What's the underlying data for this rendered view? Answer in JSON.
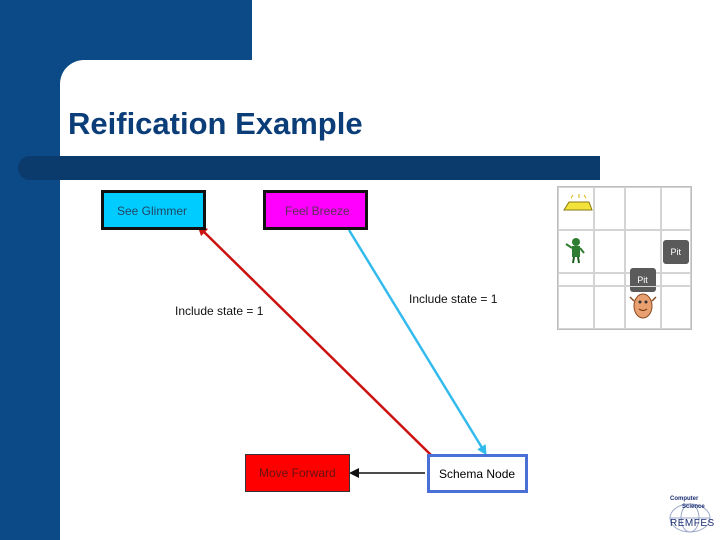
{
  "slide": {
    "title": "Reification Example"
  },
  "nodes": {
    "see_glimmer": "See Glimmer",
    "feel_breeze": "Feel Breeze",
    "move_forward": "Move Forward",
    "schema_node": "Schema Node"
  },
  "edges": {
    "left_label": "Include state = 1",
    "right_label": "Include state = 1"
  },
  "wumpus_world": {
    "pit_label": "Pit",
    "icons": [
      "gold-icon",
      "agent-icon",
      "wumpus-icon"
    ]
  },
  "logo": {
    "line1": "Computer",
    "line2": "Science",
    "line3": "REMFES"
  },
  "colors": {
    "theme_blue": "#0b4a86",
    "glimmer_cyan": "#00ccff",
    "breeze_magenta": "#ff00ff",
    "move_red": "#ff0000",
    "schema_border": "#4a6fd6",
    "edge_red": "#cc1111",
    "edge_cyan": "#33bbee"
  }
}
